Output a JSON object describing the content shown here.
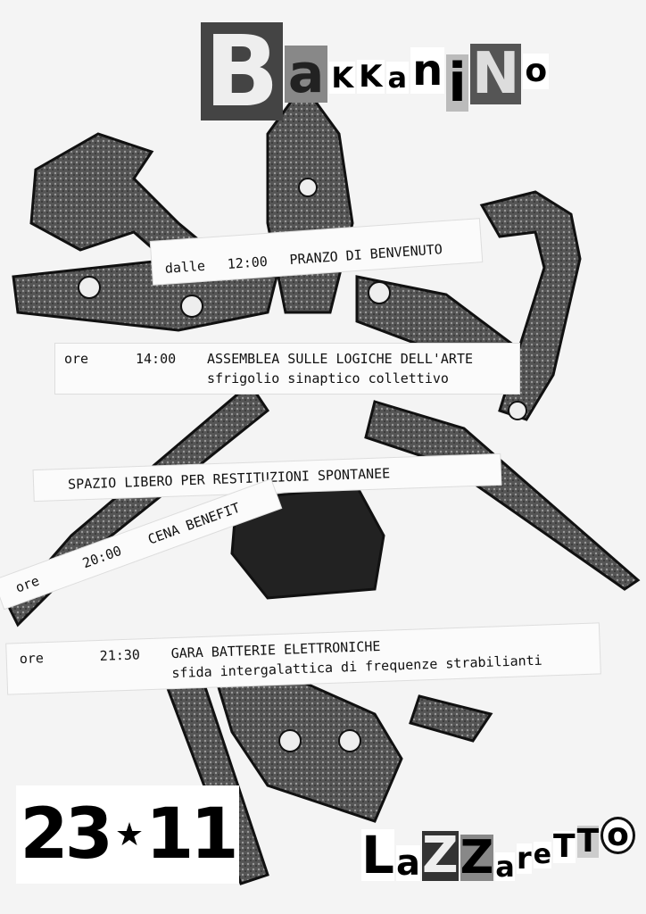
{
  "title": {
    "letters": [
      "B",
      "a",
      "K",
      "K",
      "a",
      "n",
      "i",
      "N",
      "o"
    ]
  },
  "schedule": [
    {
      "prefix": "dalle",
      "time": "12:00",
      "event": "PRANZO DI BENVENUTO"
    },
    {
      "prefix": "ore",
      "time": "14:00",
      "event": "ASSEMBLEA SULLE LOGICHE DELL'ARTE",
      "subtitle": "sfrigolio sinaptico collettivo"
    },
    {
      "event": "SPAZIO LIBERO PER RESTITUZIONI SPONTANEE"
    },
    {
      "prefix": "ore",
      "time": "20:00",
      "event": "CENA BENEFIT"
    },
    {
      "prefix": "ore",
      "time": "21:30",
      "event": "GARA BATTERIE ELETTRONICHE",
      "subtitle": "sfida intergalattica di frequenze strabilianti"
    }
  ],
  "date": {
    "day": "23",
    "star": "★",
    "month": "11"
  },
  "venue": {
    "letters": [
      "L",
      "a",
      "Z",
      "Z",
      "a",
      "r",
      "e",
      "T",
      "T",
      "o"
    ]
  }
}
